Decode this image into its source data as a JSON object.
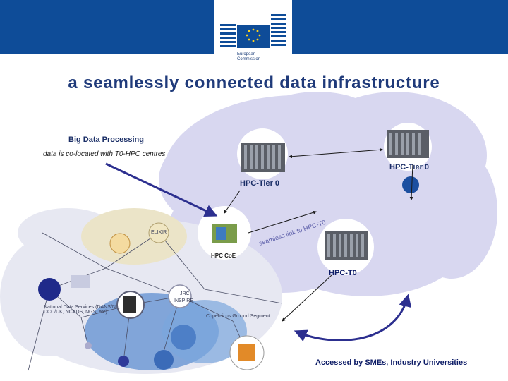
{
  "header": {
    "org_line1": "European",
    "org_line2": "Commission"
  },
  "slide": {
    "title": "a seamlessly connected data infrastructure"
  },
  "labels": {
    "big_data_processing": "Big Data Processing",
    "co_located": "data is co-located with T0-HPC centres",
    "hpc_tier0_right": "HPC-Tier 0",
    "hpc_tier0_center": "HPC-Tier 0",
    "hpc_coe": "HPC CoE",
    "hpc_t0": "HPC-T0",
    "seamless_link": "seamless link to HPC-T0",
    "accessed_by": "Accessed by SMEs, Industry Universities"
  },
  "network": {
    "national_data": "National Data Services (DANS/NL, DCC/UK, NCADS, NGS, etc)",
    "jrc": "JRC",
    "inspire": "INSPIRE",
    "copernicus": "Copernicus Ground Segment",
    "elixir": "ELIXIR"
  },
  "colors": {
    "header_blue": "#0e4c98",
    "cloud_lavender": "#d8d7f0",
    "arrow_navy": "#2c2f8f",
    "title_blue": "#1f3a7a"
  }
}
